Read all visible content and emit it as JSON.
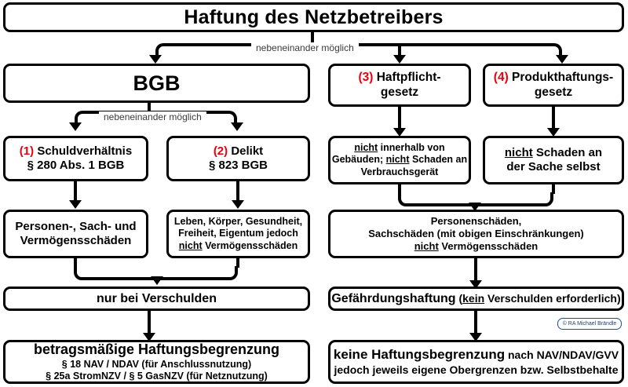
{
  "diagram": {
    "title": "Haftung des Netzbetreibers",
    "connector_labels": {
      "top": "nebeneinander möglich",
      "bgb": "nebeneinander möglich"
    },
    "copyright": "© RA Michael Brändle",
    "colors": {
      "accent_number": "#e8000d",
      "box_border": "#000000",
      "background": "#ffffff",
      "connector_label": "#3b3b3b",
      "copyright_border": "#1f4e8c",
      "copyright_text": "#1f3f6e"
    }
  },
  "boxes": {
    "bgb": {
      "label": "BGB"
    },
    "haftpflichtgesetz": {
      "number": "(3)",
      "line1": "Haftpflicht-",
      "line2": "gesetz"
    },
    "produkthaftungsgesetz": {
      "number": "(4)",
      "line1": "Produkthaftungs-",
      "line2": "gesetz"
    },
    "schuldverhaeltnis": {
      "number": "(1)",
      "line1": "Schuldverhältnis",
      "line2": "§  280 Abs. 1 BGB"
    },
    "delikt": {
      "number": "(2)",
      "line1": "Delikt",
      "line2": "§ 823 BGB"
    },
    "schaeden_bgb280": {
      "line1": "Personen-, Sach- und",
      "line2": "Vermögensschäden"
    },
    "schaeden_bgb823": {
      "line1": "Leben, Körper, Gesundheit,",
      "line2": "Freiheit, Eigentum jedoch",
      "line3_u": "nicht",
      "line3_rest": " Vermögensschäden"
    },
    "einschraenkung_hpflg": {
      "l1_u": "nicht",
      "l1_rest": " innerhalb von",
      "l2_a": "Gebäuden; ",
      "l2_u": "nicht",
      "l2_rest": " Schaden an",
      "l3": "Verbrauchsgerät"
    },
    "einschraenkung_prodhaftg": {
      "l1_u": "nicht",
      "l1_rest": " Schaden an",
      "l2": "der Sache selbst"
    },
    "schaeden_rechts": {
      "line1": "Personenschäden,",
      "line2": "Sachschäden (mit obigen Einschränkungen)",
      "line3_u": "nicht",
      "line3_rest": " Vermögensschäden"
    },
    "verschulden": {
      "label": "nur bei Verschulden"
    },
    "gefaehrdungshaftung": {
      "head": "Gefährdungshaftung",
      "paren_open": " (",
      "u": "kein",
      "rest": " Verschulden erforderlich)"
    },
    "betragsmaessig": {
      "head": "betragsmäßige Haftungsbegrenzung",
      "sub1": "§ 18 NAV / NDAV (für Anschlussnutzung)",
      "sub2": "§ 25a StromNZV /  § 5 GasNZV (für Netznutzung)"
    },
    "keine_begrenzung": {
      "head": "keine Haftungsbegrenzung",
      "head_tail": " nach NAV/NDAV/GVV",
      "sub": "jedoch jeweils eigene Obergrenzen bzw. Selbstbehalte"
    }
  }
}
